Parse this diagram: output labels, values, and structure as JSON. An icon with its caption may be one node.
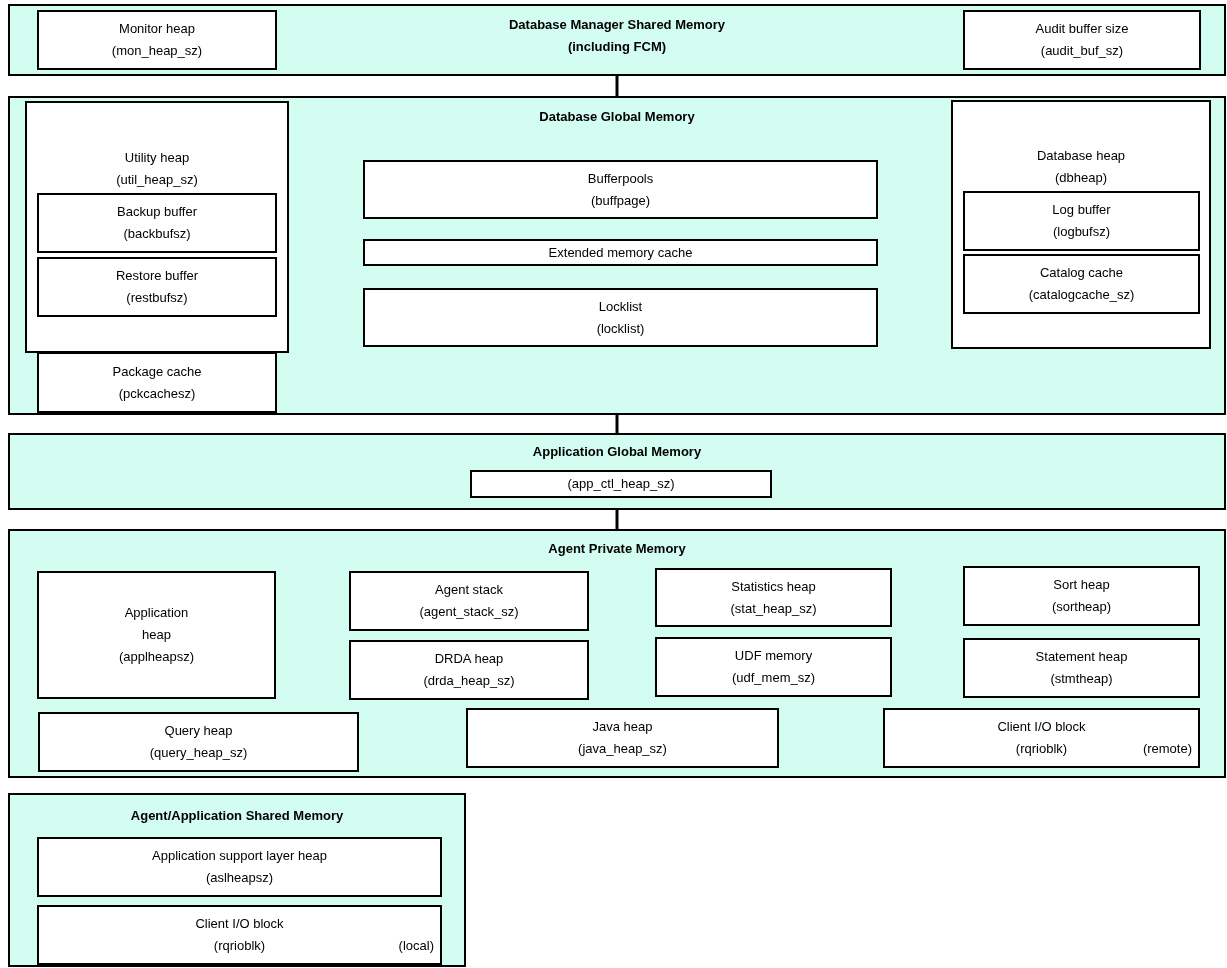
{
  "diagram": {
    "nodes": [
      {
        "text": [
          "Database Manager Shared Memory (including FCM)"
        ]
      },
      {
        "text": [
          "Monitor heap",
          "(mon_heap_sz)"
        ],
        "in": 0
      },
      {
        "text": [
          "Audit buffer size",
          "(audit_buf_sz)"
        ],
        "in": 0
      },
      {
        "text": [
          "Database Global Memory"
        ]
      },
      {
        "text": [
          "Utility heap",
          "(util_heap_sz)"
        ],
        "in": 3
      },
      {
        "text": [
          "Backup buffer",
          "(backbufsz)"
        ],
        "in": 4
      },
      {
        "text": [
          "Restore buffer",
          "(restbufsz)"
        ],
        "in": 4
      },
      {
        "text": [
          "Package cache",
          "(pckcachesz)"
        ],
        "in": 3
      },
      {
        "text": [
          "Bufferpools",
          "(buffpage)"
        ],
        "in": 3
      },
      {
        "text": [
          "Extended memory cache"
        ],
        "in": 3
      },
      {
        "text": [
          "Locklist",
          "(locklist)"
        ],
        "in": 3
      },
      {
        "text": [
          "Database heap",
          "(dbheap)"
        ],
        "in": 3
      },
      {
        "text": [
          "Log buffer",
          "(logbufsz)"
        ],
        "in": 11
      },
      {
        "text": [
          "Catalog cache",
          "(catalogcache_sz)"
        ],
        "in": 11
      },
      {
        "text": [
          "Application Global Memory"
        ]
      },
      {
        "text": [
          "(app_ctl_heap_sz)"
        ],
        "in": 14
      },
      {
        "text": [
          "Agent Private Memory"
        ]
      },
      {
        "text": [
          "Application heap",
          "(applheapsz)"
        ],
        "in": 16
      },
      {
        "text": [
          "Agent stack",
          "(agent_stack_sz)"
        ],
        "in": 16
      },
      {
        "text": [
          "DRDA heap",
          "(drda_heap_sz)"
        ],
        "in": 16
      },
      {
        "text": [
          "Statistics heap",
          "(stat_heap_sz)"
        ],
        "in": 16
      },
      {
        "text": [
          "UDF memory",
          "(udf_mem_sz)"
        ],
        "in": 16
      },
      {
        "text": [
          "Sort heap",
          "(sortheap)"
        ],
        "in": 16
      },
      {
        "text": [
          "Statement heap",
          "(stmtheap)"
        ],
        "in": 16
      },
      {
        "text": [
          "Query heap",
          "(query_heap_sz)"
        ],
        "in": 16
      },
      {
        "text": [
          "Java heap",
          "(java_heap_sz)"
        ],
        "in": 16
      },
      {
        "text": [
          "Client I/O block",
          "(rqrioblk)",
          "(remote)"
        ],
        "in": 16
      },
      {
        "text": [
          "Agent/Application Shared Memory"
        ]
      },
      {
        "text": [
          "Application support layer heap",
          "(aslheapsz)"
        ],
        "in": 27
      },
      {
        "text": [
          "Client I/O block",
          "(rqrioblk)",
          "(local)"
        ],
        "in": 27
      }
    ],
    "edges": [
      {
        "from": 0,
        "to": 3,
        "arrow": "none"
      },
      {
        "from": 3,
        "to": 14,
        "arrow": "none"
      },
      {
        "from": 14,
        "to": 16,
        "arrow": "none"
      }
    ]
  }
}
